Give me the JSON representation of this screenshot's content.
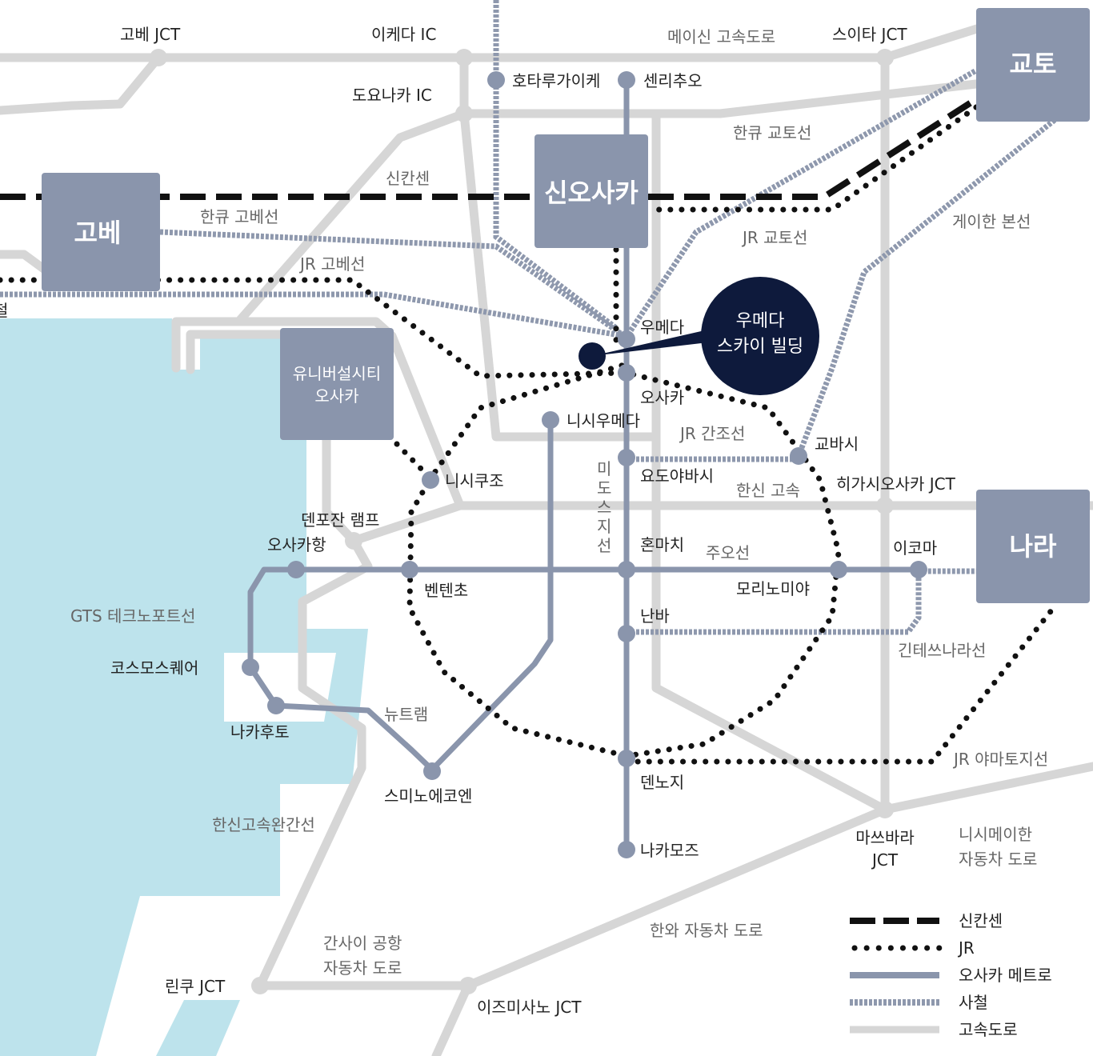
{
  "colors": {
    "sea": "#bde3ec",
    "highway": "#d6d6d6",
    "metro": "#8a95ac",
    "private_rail": "#8e98ad",
    "jr": "#111111",
    "shinkansen": "#111111",
    "landmark": "#0e1a3c"
  },
  "cities": {
    "kyoto": "교토",
    "shinosaka": "신오사카",
    "kobe": "고베",
    "nara": "나라",
    "usj_1": "유니버설시티",
    "usj_2": "오사카"
  },
  "landmark": {
    "line1": "우메다",
    "line2": "스카이 빌딩"
  },
  "stations": {
    "hotarugaike": "호타루가이케",
    "senrichuo": "센리추오",
    "umeda": "우메다",
    "osaka": "오사카",
    "nishiumeda": "니시우메다",
    "kyobashi": "교바시",
    "yodoyabashi": "요도야바시",
    "nishikujo": "니시쿠조",
    "osakako": "오사카항",
    "honmachi": "혼마치",
    "bentencho": "벤텐초",
    "morinomiya": "모리노미야",
    "ikoma": "이코마",
    "namba": "난바",
    "cosmosquare": "코스모스퀘어",
    "nakafuto": "나카후토",
    "suminoekoen": "스미노에코엔",
    "tennoji": "덴노지",
    "nakamozu": "나카모즈"
  },
  "lines": {
    "shinkansen": "신칸센",
    "hankyu_kobe": "한큐 고베선",
    "jr_kobe": "JR 고베선",
    "hankyu_kyoto": "한큐 교토선",
    "jr_kyoto": "JR 교토선",
    "keihan": "게이한 본선",
    "jr_kanjo": "JR 간조선",
    "midosuji": [
      "미",
      "도",
      "스",
      "지",
      "선"
    ],
    "chuo": "주오선",
    "kintetsu_nara": "긴테쓰나라선",
    "gts": "GTS 테크노포트선",
    "newtram": "뉴트램",
    "jr_yamatoji": "JR 야마토지선",
    "edge_cut": "철"
  },
  "roads": {
    "kobe_jct": "고베 JCT",
    "ikeda_ic": "이케다 IC",
    "meishin": "메이신 고속도로",
    "suita_jct": "스이타 JCT",
    "toyonaka_ic": "도요나카 IC",
    "higashiosaka_jct": "히가시오사카 JCT",
    "hanshin": "한신 고속",
    "tenpozan": "덴포잔 램프",
    "matsubara_1": "마쓰바라",
    "matsubara_2": "JCT",
    "nishimeihan_1": "니시메이한",
    "nishimeihan_2": "자동차 도로",
    "hanwa": "한와 자동차 도로",
    "hanshin_wangan": "한신고속완간선",
    "kix_1": "간사이 공항",
    "kix_2": "자동차 도로",
    "rinku_jct": "린쿠 JCT",
    "izumisano_jct": "이즈미사노 JCT"
  },
  "legend": {
    "shinkansen": "신칸센",
    "jr": "JR",
    "metro": "오사카 메트로",
    "private": "사철",
    "highway": "고속도로"
  }
}
